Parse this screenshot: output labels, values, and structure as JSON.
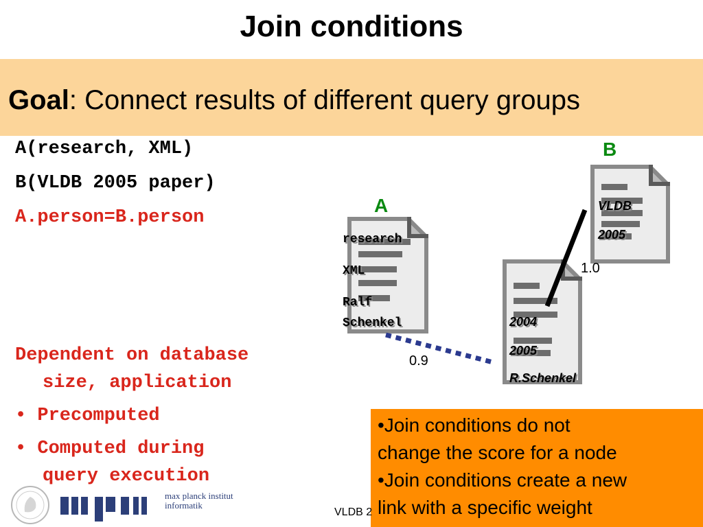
{
  "title": "Join conditions",
  "goal": {
    "label": "Goal",
    "text": ": Connect results of different query groups"
  },
  "queries": {
    "a": "A(research, XML)",
    "b": "B(VLDB 2005 paper)",
    "join": "A.person=B.person"
  },
  "dependent": {
    "line1": "Dependent on database",
    "line2": "size, application"
  },
  "bullets": [
    {
      "line1": "• Precomputed"
    },
    {
      "line1": "• Computed during",
      "line2": "query execution"
    }
  ],
  "docs": {
    "a": {
      "label": "A",
      "terms": [
        "research",
        "XML",
        "Ralf",
        "Schenkel"
      ]
    },
    "b": {
      "label": "B",
      "terms": [
        "VLDB",
        "2005"
      ]
    },
    "c": {
      "terms": [
        "2004",
        "2005",
        "R.Schenkel"
      ]
    }
  },
  "edges": {
    "ab_weight": "0.9",
    "bc_weight": "1.0"
  },
  "callout": {
    "lines": [
      "•Join conditions do not",
      "change the score for a node",
      "•Join conditions create a new",
      "link with a specific weight"
    ]
  },
  "footer": {
    "text": "VLDB 2",
    "logo_text_1": "max planck institut",
    "logo_text_2": "informatik"
  },
  "colors": {
    "goal_bar": "#fcd59a",
    "callout": "#ff8c00",
    "accent_red": "#d9261c",
    "label_green": "#0b8a12",
    "dotted_link": "#2b3a8f"
  }
}
